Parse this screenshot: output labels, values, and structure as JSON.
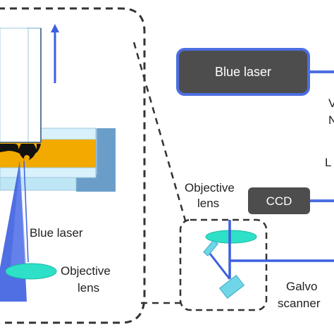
{
  "labels": {
    "objective_lens_left": [
      "Objective",
      "lens"
    ],
    "objective_lens_right": [
      "Objective",
      "lens"
    ],
    "blue_laser_left": "Blue laser",
    "galvo_scanner": [
      "Galvo",
      "scanner"
    ],
    "edge_letter_1": "V",
    "edge_letter_2": "N",
    "edge_letter_3": "L"
  },
  "boxes": {
    "blue_laser": "Blue laser",
    "ccd": "CCD"
  },
  "colors": {
    "dark_box": "#4d4d4d",
    "box_border": "#4c6ee0",
    "beam_blue": "#3d5fe0",
    "lens_cyan": "#2ee0c8",
    "stage_blue": "#6a9ec9",
    "substrate_light": "#bfe6f5",
    "resin_orange": "#f2a900",
    "dashed_outline": "#333333"
  }
}
